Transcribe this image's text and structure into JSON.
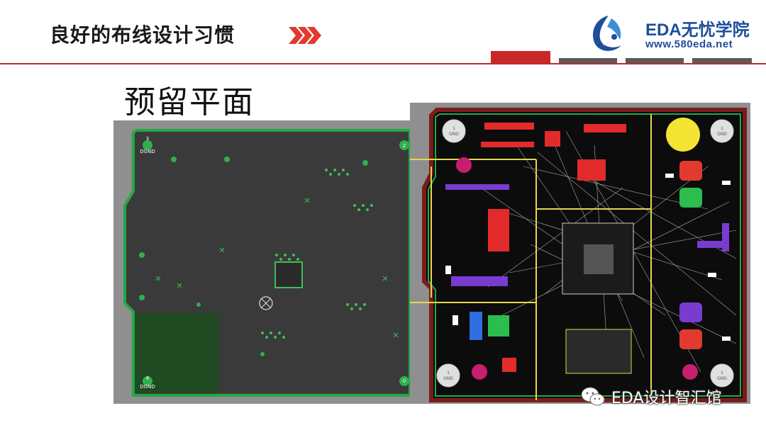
{
  "header": {
    "title": "良好的布线设计习惯",
    "brand_name": "EDA无忧学院",
    "brand_url": "www.580eda.net"
  },
  "slide": {
    "subtitle": "预留平面"
  },
  "left_board": {
    "corner_labels": [
      "3",
      "DGND",
      "2",
      "4",
      "DGND",
      "0"
    ]
  },
  "right_board": {
    "hole_labels": [
      "1",
      "GND",
      "1",
      "GND",
      "1",
      "GND",
      "1",
      "GND"
    ]
  },
  "watermark": {
    "text": "EDA设计智汇馆"
  },
  "colors": {
    "accent_red": "#c8282a",
    "tab_gray": "#5a5a5a",
    "brand_blue": "#1f4e9a",
    "pcb_dark": "#3a3a3a",
    "pcb_green": "#22a845"
  },
  "icons": {
    "chevrons": "triple-chevron-right-icon",
    "logo": "eda-logo-icon",
    "wechat": "wechat-icon"
  }
}
